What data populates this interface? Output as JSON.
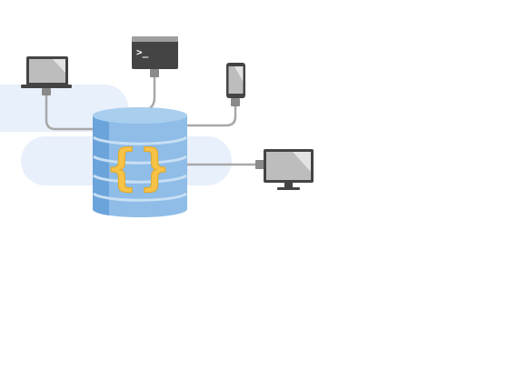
{
  "diagram": {
    "hub": {
      "icon": "database-braces-icon",
      "glyph": "{}"
    },
    "devices": [
      {
        "name": "laptop",
        "icon": "laptop-icon"
      },
      {
        "name": "terminal",
        "icon": "terminal-icon",
        "glyph": ">_"
      },
      {
        "name": "phone",
        "icon": "phone-icon"
      },
      {
        "name": "monitor",
        "icon": "monitor-icon"
      }
    ],
    "colors": {
      "cloud": "#e8f0fb",
      "db_body": "#8fbde8",
      "db_top": "#a9ceee",
      "db_dark": "#6aa4db",
      "db_stripe": "#c8dff4",
      "braces": "#f6c247",
      "device_gray": "#9e9e9e",
      "device_dark": "#444444",
      "screen_light": "#cfcfcf",
      "connector": "#8a8a8a",
      "wire": "#a8a8a8"
    }
  }
}
